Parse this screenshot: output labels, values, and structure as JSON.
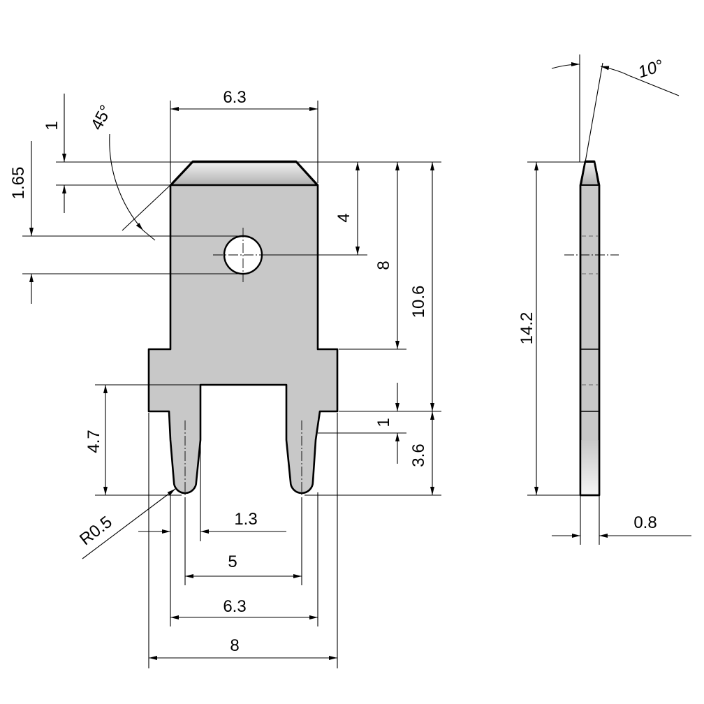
{
  "dimensions": {
    "top_width": "6.3",
    "chamfer_height": "1",
    "hole_offset": "1.65",
    "chamfer_angle": "45°",
    "hole_depth": "4",
    "body_length": "8",
    "upper_length": "10.6",
    "pin_length": "4.7",
    "step": "1",
    "pin_tip": "3.6",
    "tip_radius": "R0.5",
    "pin_width": "1.3",
    "pin_spacing": "5",
    "pin_outer_width": "6.3",
    "total_width": "8",
    "side_length": "14.2",
    "thickness": "0.8",
    "side_angle": "10°"
  },
  "colors": {
    "part_fill": "#c8c8c8",
    "outline": "#000000",
    "background": "#ffffff"
  }
}
